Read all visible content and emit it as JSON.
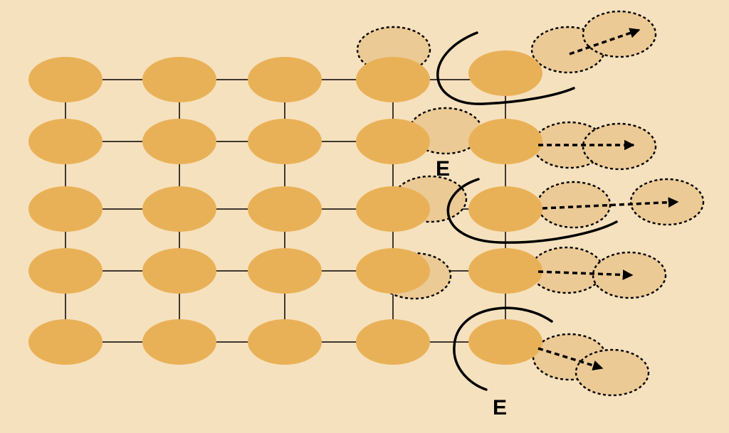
{
  "diagram": {
    "labels": [
      "E",
      "E"
    ],
    "colors": {
      "background": "#f6e1be",
      "atom": "#e9b157",
      "ghost": "#ecca96",
      "ink": "#000000"
    },
    "lattice": {
      "rows": 5,
      "columns": 5
    }
  }
}
